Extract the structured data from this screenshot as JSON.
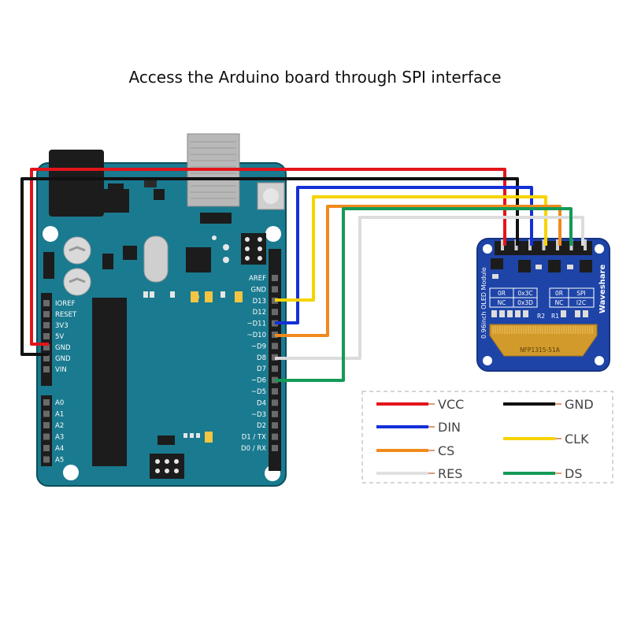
{
  "title": "Access the Arduino board through SPI interface",
  "arduino": {
    "power_labels": [
      "IOREF",
      "RESET",
      "3V3",
      "5V",
      "GND",
      "GND",
      "VIN"
    ],
    "analog_labels": [
      "A0",
      "A1",
      "A2",
      "A3",
      "A4",
      "A5"
    ],
    "digital_labels": [
      "AREF",
      "GND",
      "D13",
      "D12",
      "~D11",
      "~D10",
      "~D9",
      "D8",
      "D7",
      "~D6",
      "~D5",
      "D4",
      "~D3",
      "D2",
      "D1 / TX",
      "D0 / RX"
    ]
  },
  "module": {
    "name_vertical": "0.96inch OLED Module",
    "brand": "Waveshare",
    "bottom_text": "NFP1315-51A",
    "jumpers": [
      {
        "left": "0R",
        "right": "0x3C"
      },
      {
        "left": "NC",
        "right": "0x3D"
      },
      {
        "left": "0R",
        "right": "SPI"
      },
      {
        "left": "NC",
        "right": "I2C"
      }
    ],
    "resistors": [
      "R2",
      "R1"
    ]
  },
  "legend": [
    {
      "label": "VCC",
      "color": "#e3141b"
    },
    {
      "label": "GND",
      "color": "#111111"
    },
    {
      "label": "DIN",
      "color": "#1430d8"
    },
    {
      "label": "CLK",
      "color": "#f5d400"
    },
    {
      "label": "CS",
      "color": "#f08a1c"
    },
    {
      "label": "RES",
      "color": "#e0e0e0"
    },
    {
      "label": "DS",
      "color": "#139a57"
    }
  ]
}
